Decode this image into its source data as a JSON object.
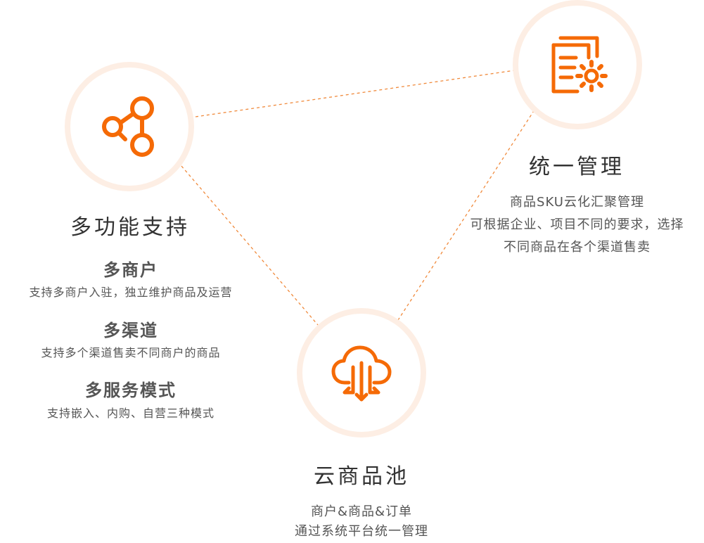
{
  "colors": {
    "accent": "#f56a06",
    "ring": "#fdeee4",
    "line": "#f08a3c"
  },
  "nodes": {
    "features": {
      "icon": "share-icon",
      "title": "多功能支持",
      "items": [
        {
          "heading": "多商户",
          "desc": "支持多商户入驻，独立维护商品及运营"
        },
        {
          "heading": "多渠道",
          "desc": "支持多个渠道售卖不同商户的商品"
        },
        {
          "heading": "多服务模式",
          "desc": "支持嵌入、内购、自营三种模式"
        }
      ]
    },
    "management": {
      "icon": "document-gear-icon",
      "title": "统一管理",
      "lines": [
        "商品SKU云化汇聚管理",
        "可根据企业、项目不同的要求，选择",
        "不同商品在各个渠道售卖"
      ]
    },
    "pool": {
      "icon": "cloud-sync-icon",
      "title": "云商品池",
      "lines": [
        "商户&商品&订单",
        "通过系统平台统一管理"
      ]
    }
  }
}
